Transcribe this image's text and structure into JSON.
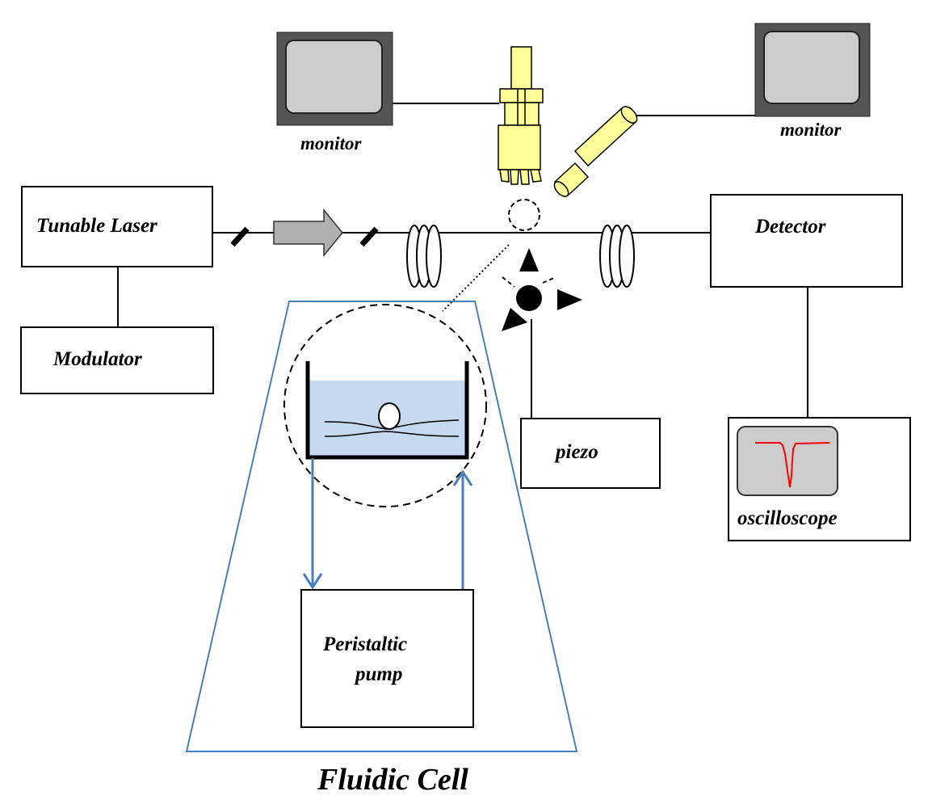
{
  "labels": {
    "tunable_laser": "Tunable Laser",
    "modulator": "Modulator",
    "detector": "Detector",
    "piezo": "piezo",
    "oscilloscope": "oscilloscope",
    "monitor_left": "monitor",
    "monitor_right": "monitor",
    "pump_line1": "Peristaltic",
    "pump_line2": "pump",
    "fluidic_cell": "Fluidic Cell"
  },
  "colors": {
    "line": "#000000",
    "flow": "#4a7ebf",
    "liquid": "#c5d9f0",
    "camera": "#ffff99",
    "screen": "#cccccc",
    "bezel": "#555555",
    "trace": "#ff0000",
    "arrow": "#b0b0b0"
  },
  "icons": [
    "monitor-icon",
    "microscope-camera-icon",
    "side-camera-icon",
    "fiber-coil-icon",
    "polarizer-icon",
    "isolator-arrow-icon",
    "positioner-arrows-icon",
    "microsphere-icon"
  ]
}
